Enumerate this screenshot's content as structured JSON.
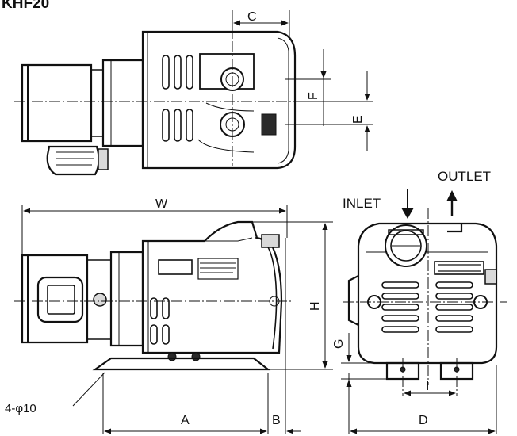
{
  "title": "KHF20",
  "labels": {
    "C": "C",
    "F": "F",
    "E": "E",
    "W": "W",
    "H": "H",
    "G": "G",
    "A": "A",
    "B": "B",
    "D": "D",
    "I": "I",
    "holes": "4-φ10",
    "inlet": "INLET",
    "outlet": "OUTLET"
  }
}
